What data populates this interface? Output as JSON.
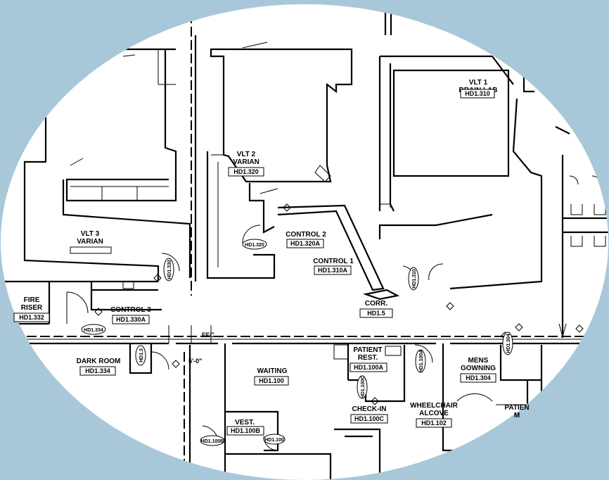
{
  "colors": {
    "background": "#a8c8d9",
    "paper": "#ffffff",
    "ink": "#000000"
  },
  "rooms": {
    "vlt1": {
      "name_line1": "VLT 1",
      "name_line2": "BRAIN LAB",
      "number": "HD1.310"
    },
    "vlt2": {
      "name_line1": "VLT 2",
      "name_line2": "VARIAN",
      "number": "HD1.320"
    },
    "vlt3": {
      "name_line1": "VLT 3",
      "name_line2": "VARIAN"
    },
    "control2": {
      "name": "CONTROL 2",
      "number": "HD1.320A"
    },
    "control1": {
      "name": "CONTROL 1",
      "number": "HD1.310A"
    },
    "control3": {
      "name": "CONTROL 3",
      "number": "HD1.330A"
    },
    "fire_riser": {
      "name_line1": "FIRE",
      "name_line2": "RISER",
      "number": "HD1.332"
    },
    "corr": {
      "name": "CORR.",
      "number": "HD1.5"
    },
    "dark_room": {
      "name": "DARK ROOM",
      "number": "HD1.334"
    },
    "waiting": {
      "name": "WAITING",
      "number": "HD1.100"
    },
    "vest": {
      "name": "VEST.",
      "number": "HD1.100B"
    },
    "patient_rest": {
      "name_line1": "PATIENT",
      "name_line2": "REST.",
      "number": "HD1.100A"
    },
    "check_in": {
      "name": "CHECK-IN",
      "number": "HD1.100C"
    },
    "wheelchair": {
      "name_line1": "WHEELCHAIR",
      "name_line2": "ALCOVE",
      "number": "HD1.102"
    },
    "mens_gowning": {
      "name_line1": "MENS",
      "name_line2": "GOWNING",
      "number": "HD1.304"
    },
    "patient_partial": {
      "name_line1": "PATIEN",
      "name_line2": "M"
    }
  },
  "door_tags": {
    "d320": "HD1.320",
    "d334": "HD1.334",
    "d100b": "HD1.100B",
    "d100": "HD1.100",
    "d330": "HD1.330",
    "d310": "HD1.310",
    "d313": "HD1.3",
    "d100a": "HD1.100A",
    "d100c": "HD1.100C",
    "d304": "HD1.304"
  },
  "annotations": {
    "fec": "FEC",
    "dimension": "5'-0\""
  }
}
